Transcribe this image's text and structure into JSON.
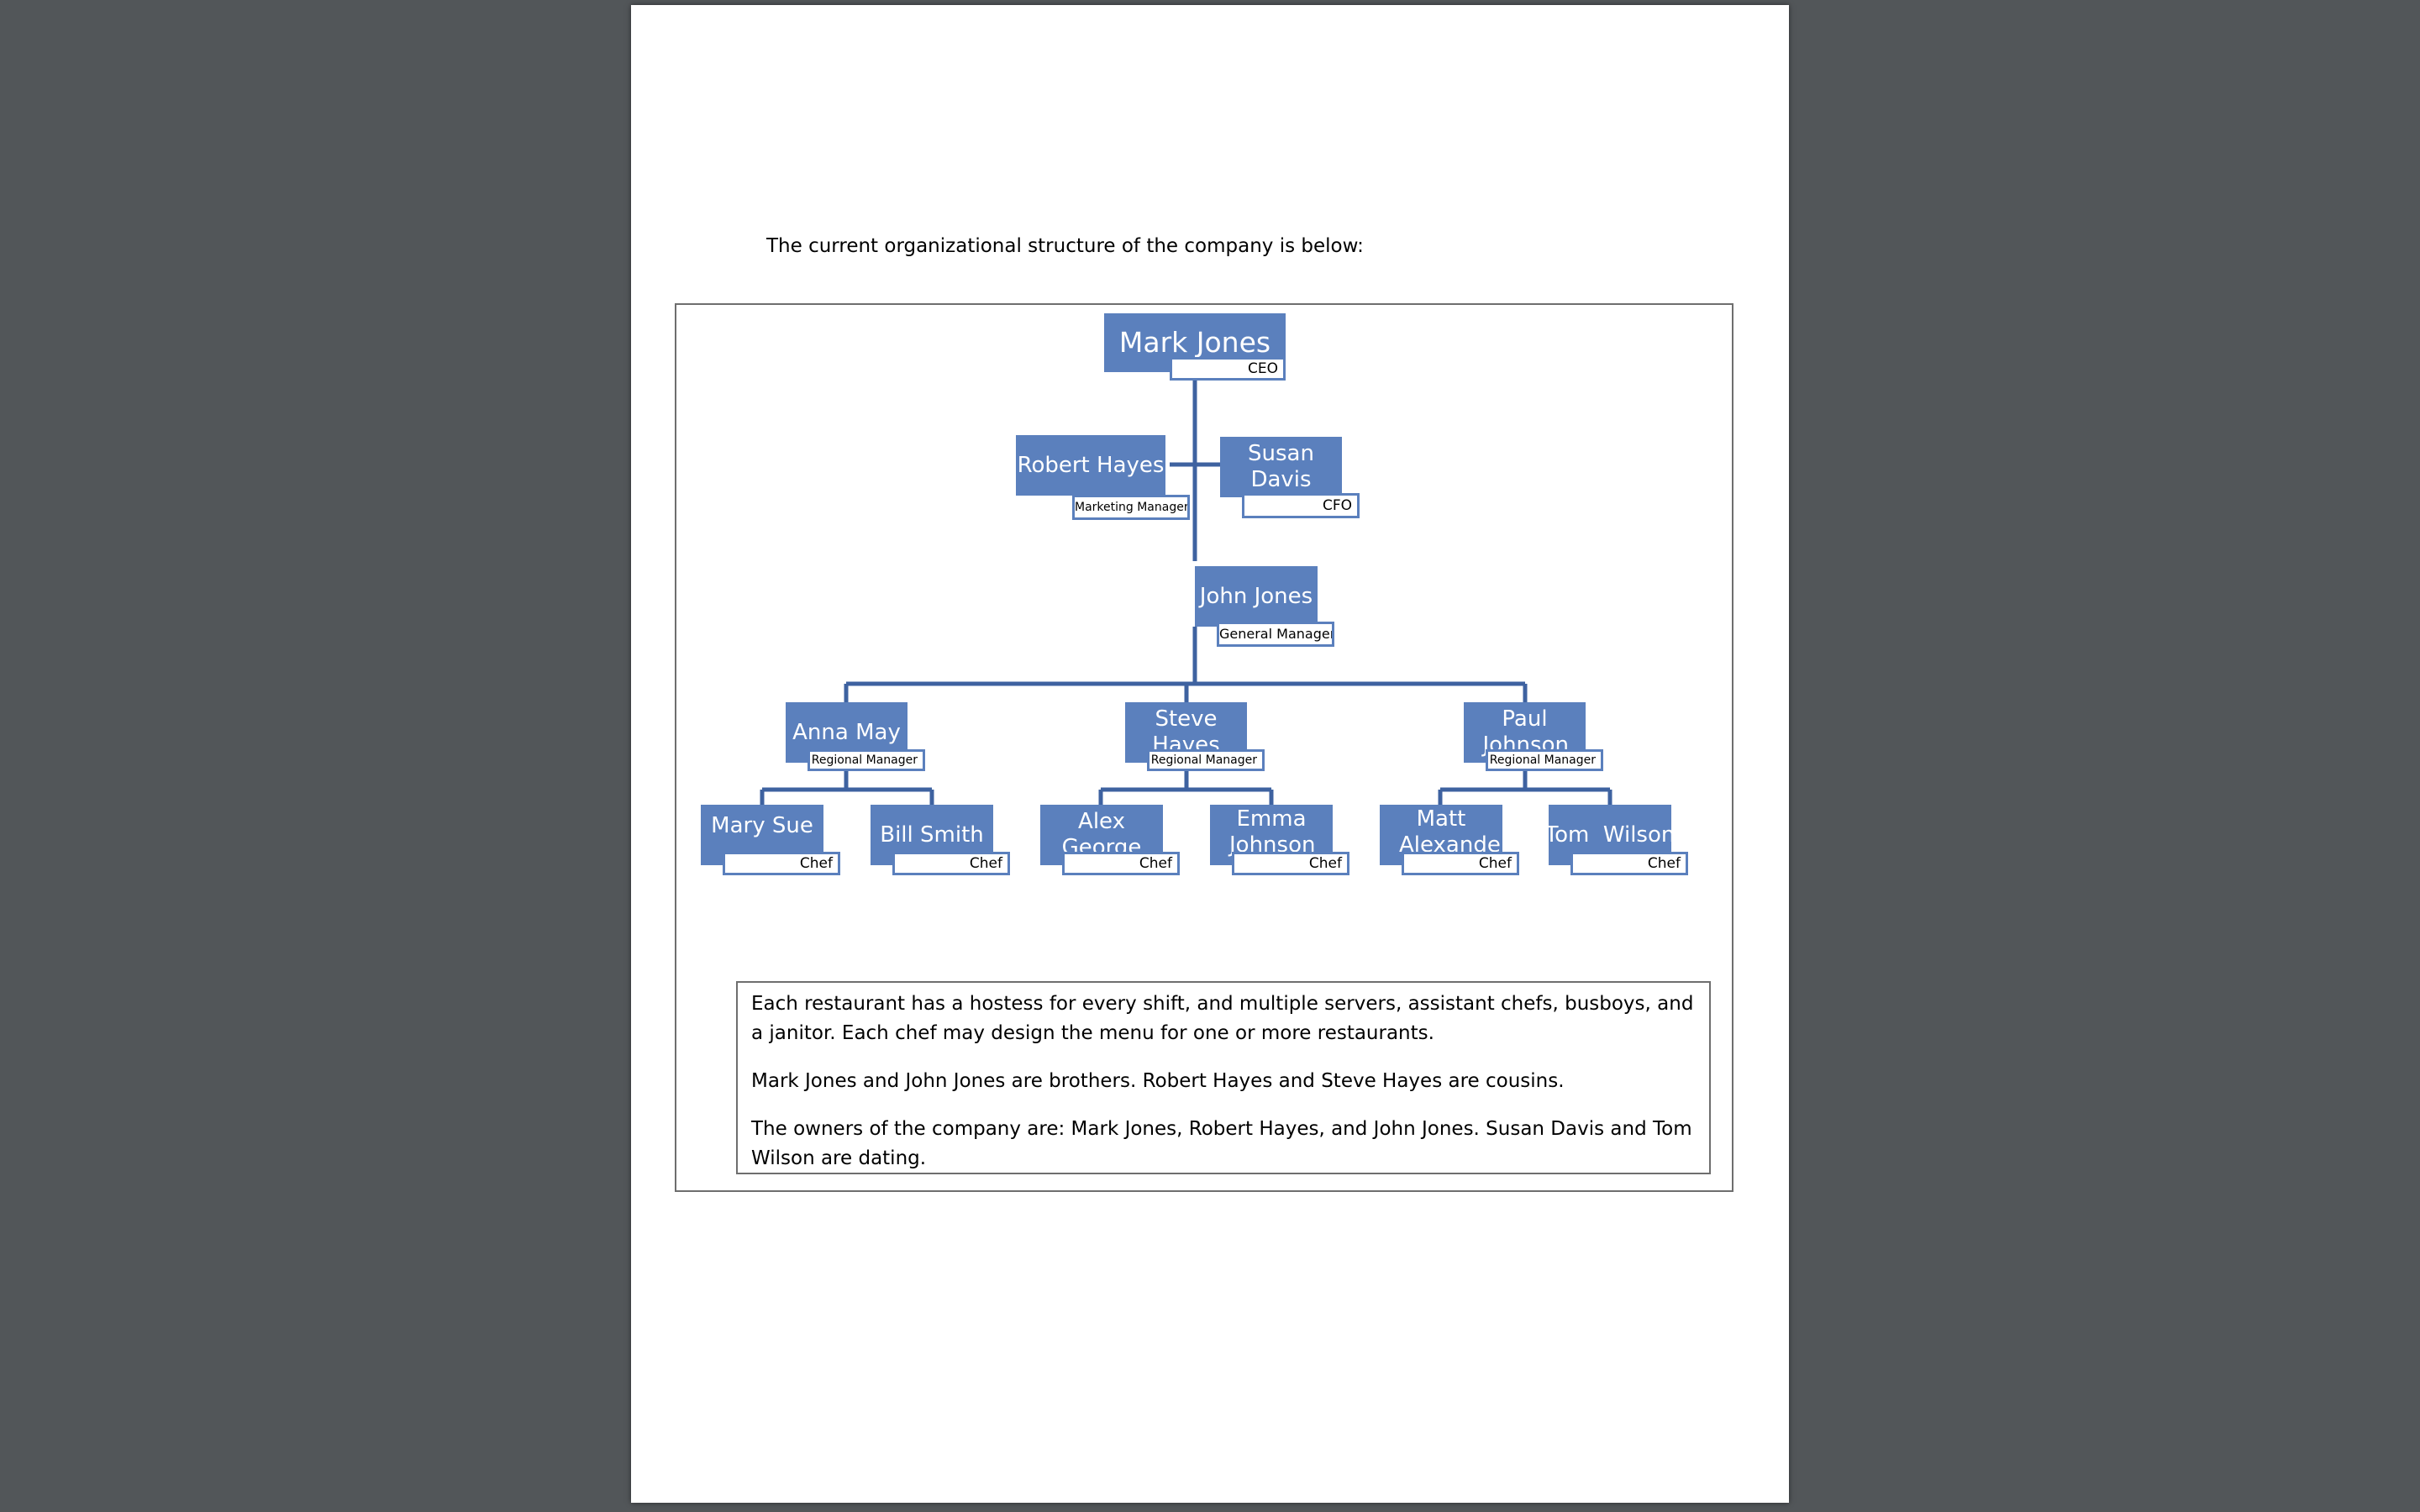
{
  "document": {
    "intro_text": "The current organizational structure of the company is below:",
    "notes": [
      "Each restaurant has a hostess for every shift, and multiple servers, assistant chefs, busboys, and a janitor. Each chef may design the menu for one or more restaurants.",
      "Mark Jones and John Jones are brothers. Robert Hayes and Steve Hayes are cousins.",
      "The owners of the company are: Mark Jones, Robert Hayes, and John Jones. Susan Davis and Tom Wilson are dating."
    ]
  },
  "org_chart": {
    "colors": {
      "node_fill": "#5b80bd",
      "node_text": "#ffffff",
      "line": "#3e62a0",
      "title_border": "#5b80bd"
    },
    "nodes": {
      "ceo": {
        "name": "Mark Jones",
        "title": "CEO"
      },
      "marketing": {
        "name": "Robert Hayes",
        "title": "Marketing Manager"
      },
      "cfo": {
        "name": "Susan Davis",
        "title": "CFO"
      },
      "gm": {
        "name": "John Jones",
        "title": "General Manager"
      },
      "rm1": {
        "name": "Anna May",
        "title": "Regional Manager"
      },
      "rm2": {
        "name": "Steve Hayes",
        "title": "Regional Manager"
      },
      "rm3": {
        "name": "Paul Johnson",
        "title": "Regional Manager"
      },
      "chef1": {
        "name": "Mary Sue",
        "title": "Chef"
      },
      "chef2": {
        "name": "Bill Smith",
        "title": "Chef"
      },
      "chef3": {
        "name": "Alex George",
        "title": "Chef"
      },
      "chef4": {
        "name": "Emma Johnson",
        "title": "Chef"
      },
      "chef5": {
        "name": "Matt Alexander",
        "title": "Chef"
      },
      "chef6": {
        "name": "Tom  Wilson",
        "title": "Chef"
      }
    }
  }
}
